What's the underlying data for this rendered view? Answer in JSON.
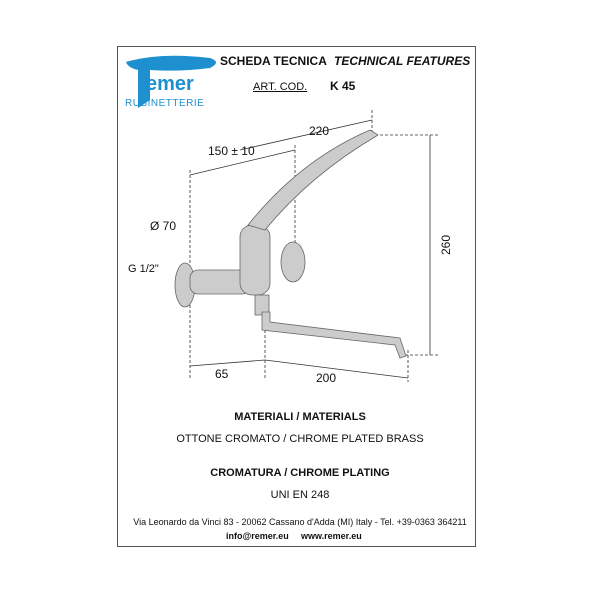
{
  "logo": {
    "brand": "Remer",
    "subtitle": "RUBINETTERIE",
    "color": "#1e90d0"
  },
  "header": {
    "title_it": "SCHEDA TECNICA",
    "title_en": "TECHNICAL FEATURES",
    "art_label": "ART. COD.",
    "art_code": "K 45"
  },
  "dimensions": {
    "reach": "220",
    "offset": "150 ± 10",
    "diameter": "Ø 70",
    "connection": "G 1/2\"",
    "height": "260",
    "wall": "65",
    "spout": "200"
  },
  "materials": {
    "heading": "MATERIALI / MATERIALS",
    "value": "OTTONE CROMATO / CHROME PLATED BRASS"
  },
  "plating": {
    "heading": "CROMATURA / CHROME PLATING",
    "value": "UNI EN 248"
  },
  "footer": {
    "address": "Via Leonardo da Vinci 83 - 20062 Cassano d'Adda (MI) Italy - Tel. +39-0363 364211",
    "email": "info@remer.eu",
    "web": "www.remer.eu"
  }
}
